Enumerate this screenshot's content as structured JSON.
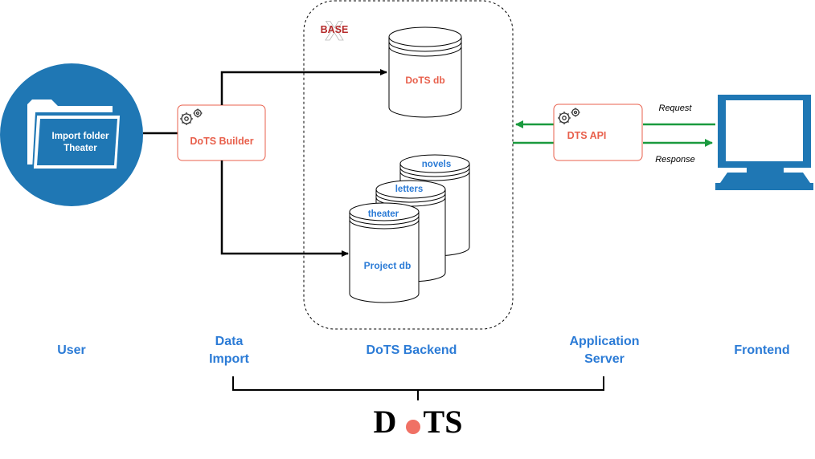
{
  "user": {
    "folder_line1": "Import folder",
    "folder_line2": "Theater"
  },
  "builder": {
    "label": "DoTS Builder"
  },
  "backend": {
    "basex_logo_text": "BASE",
    "dots_db": "DoTS db",
    "project_db": "Project db",
    "projects": [
      "novels",
      "letters",
      "theater"
    ]
  },
  "api": {
    "label": "DTS API",
    "request": "Request",
    "response": "Response"
  },
  "columns": {
    "user": "User",
    "data_import_line1": "Data",
    "data_import_line2": "Import",
    "backend": "DoTS Backend",
    "app_server_line1": "Application",
    "app_server_line2": "Server",
    "frontend": "Frontend"
  },
  "brand": {
    "left": "D",
    "right": "TS"
  },
  "colors": {
    "blue": "#1f77b4",
    "label_blue": "#2b7bd6",
    "red": "#e8604c",
    "green": "#1a9a3e",
    "basex_red": "#b52a2a",
    "brand_dot": "#f07165"
  }
}
